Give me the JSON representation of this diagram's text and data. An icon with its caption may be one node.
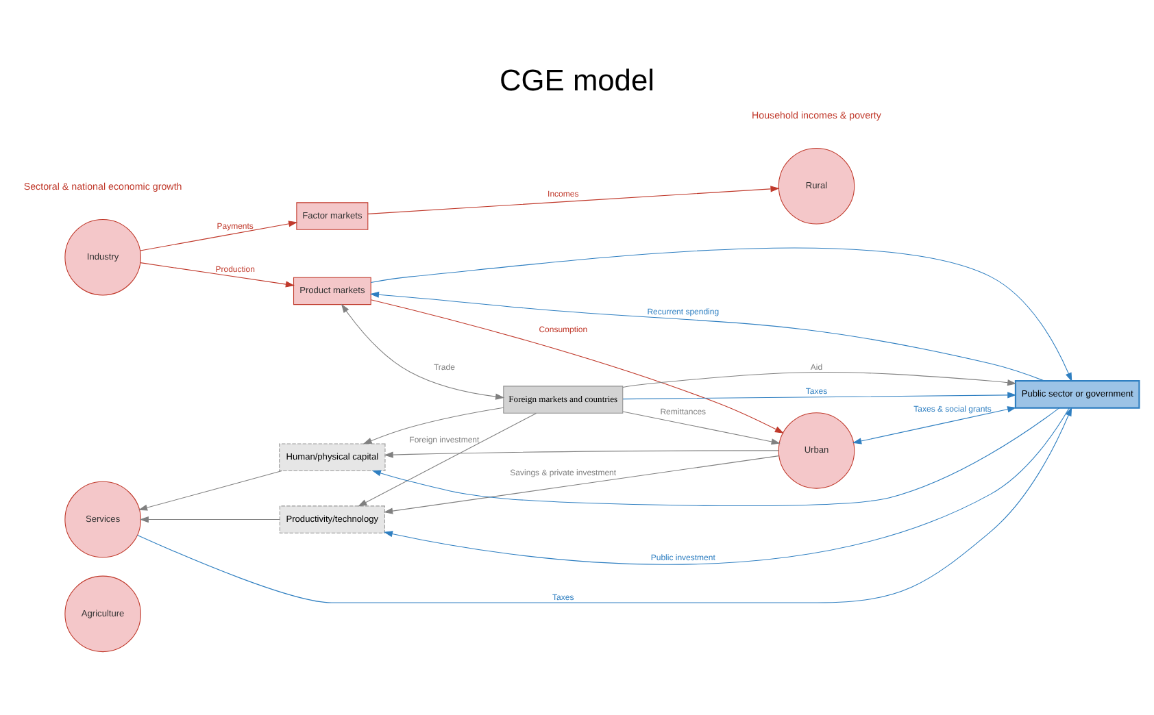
{
  "diagram": {
    "title": "CGE model",
    "nodes": [
      {
        "text": [
          "Agriculture"
        ]
      },
      {
        "text": [
          "Industry"
        ]
      },
      {
        "text": [
          "Services"
        ]
      },
      {
        "text": [
          "Factor markets"
        ]
      },
      {
        "text": [
          "Product markets"
        ]
      },
      {
        "text": [
          "Rural"
        ]
      },
      {
        "text": [
          "Urban"
        ]
      },
      {
        "text": [
          "Foreign markets and countries"
        ]
      },
      {
        "text": [
          "Public sector or government"
        ]
      },
      {
        "text": [
          "Productivity/technology"
        ]
      },
      {
        "text": [
          "Human/physical capital"
        ]
      }
    ],
    "edges": [
      {
        "from": 1,
        "to": 3,
        "arrow": "to",
        "label": "Payments",
        "color": "#c0392b"
      },
      {
        "from": 1,
        "to": 4,
        "arrow": "to",
        "label": "Production",
        "color": "#c0392b"
      },
      {
        "from": 3,
        "to": 5,
        "arrow": "to",
        "label": "Incomes",
        "color": "#c0392b"
      },
      {
        "from": 4,
        "to": 6,
        "arrow": "to",
        "label": "Consumption",
        "color": "#c0392b"
      },
      {
        "from": 4,
        "to": 7,
        "arrow": "both",
        "label": "Trade",
        "color": "#808080"
      },
      {
        "from": 7,
        "to": 6,
        "arrow": "to",
        "label": "Remittances",
        "color": "#808080"
      },
      {
        "from": 2,
        "to": 8,
        "arrow": "to",
        "label": "Taxes",
        "color": "#2f7fc1"
      },
      {
        "from": 4,
        "to": 8,
        "arrow": "to",
        "color": "#2f7fc1"
      },
      {
        "from": 7,
        "to": 8,
        "arrow": "to",
        "label": "Taxes",
        "color": "#2f7fc1"
      },
      {
        "from": 8,
        "to": 4,
        "arrow": "to",
        "label": "Recurrent spending",
        "color": "#2f7fc1"
      },
      {
        "from": 7,
        "to": 8,
        "arrow": "to",
        "label": "Aid",
        "color": "#808080"
      },
      {
        "from": 6,
        "to": 8,
        "arrow": "both",
        "label": "Taxes & social grants",
        "color": "#2f7fc1"
      },
      {
        "from": 8,
        "to": 9,
        "arrow": "to",
        "label": "Public investment",
        "color": "#2f7fc1"
      },
      {
        "from": 8,
        "to": 10,
        "arrow": "to",
        "color": "#2f7fc1"
      },
      {
        "from": 7,
        "to": 9,
        "arrow": "to",
        "label": "Foreign investment",
        "color": "#808080"
      },
      {
        "from": 7,
        "to": 10,
        "arrow": "to",
        "color": "#808080"
      },
      {
        "from": 6,
        "to": 9,
        "arrow": "to",
        "label": "Savings & private investment",
        "color": "#808080"
      },
      {
        "from": 6,
        "to": 10,
        "arrow": "to",
        "color": "#808080"
      },
      {
        "from": 9,
        "to": 2,
        "arrow": "to",
        "color": "#808080"
      },
      {
        "from": 10,
        "to": 2,
        "arrow": "to",
        "color": "#808080"
      }
    ],
    "labels": [
      "Sectoral & national economic growth",
      "Household incomes & poverty"
    ]
  }
}
